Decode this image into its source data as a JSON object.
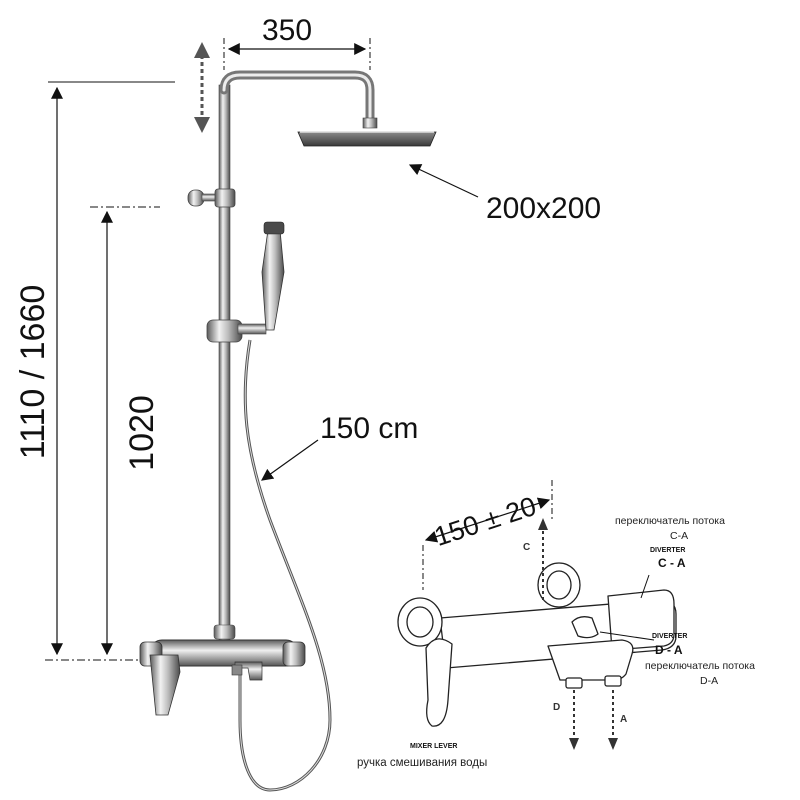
{
  "dimensions": {
    "arm_length": "350",
    "head_size": "200x200",
    "total_height": "1110 / 1660",
    "mixer_height": "1020",
    "hose_length": "150 cm",
    "mixer_spacing": "150 ± 20"
  },
  "mixer_detail": {
    "diverter_top_ru": "переключатель потока",
    "diverter_top_code": "C-A",
    "diverter_top_en": "DIVERTER",
    "diverter_top_label": "C - A",
    "diverter_bottom_en": "DIVERTER",
    "diverter_bottom_label": "D - A",
    "diverter_bottom_ru": "переключатель потока",
    "diverter_bottom_code": "D-A",
    "mixer_lever_en": "MIXER LEVER",
    "mixer_lever_ru": "ручка смешивания воды",
    "arrow_c": "C",
    "arrow_d": "D",
    "arrow_a": "A"
  },
  "colors": {
    "chrome_dark": "#6d6d6d",
    "chrome_light": "#e6e6e6",
    "line": "#111111"
  }
}
